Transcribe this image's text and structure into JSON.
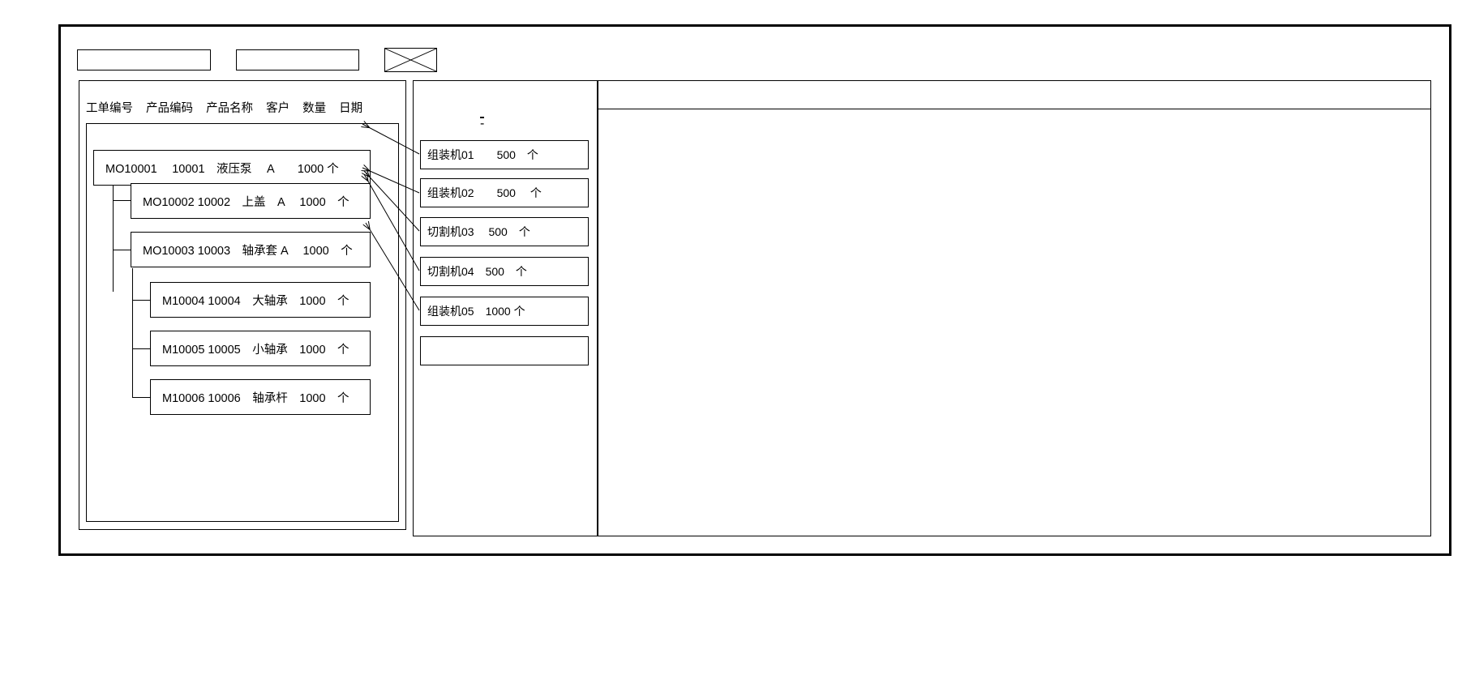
{
  "window": {
    "title": ""
  },
  "toolbar": {
    "field_1_value": "",
    "field_2_value": "",
    "image_icon_name": "image-placeholder-icon"
  },
  "orders_panel": {
    "columns": [
      "工单编号",
      "产品编码",
      "产品名称",
      "客户",
      "数量",
      "日期"
    ],
    "tree": [
      {
        "id": "MO10001",
        "level": 0,
        "order_no": "MO10001",
        "product_code": "10001",
        "product_name": "液压泵",
        "customer": "A",
        "quantity": "1000",
        "unit": "个",
        "text": "MO10001　 10001　液压泵　 A　　1000 个"
      },
      {
        "id": "MO10002",
        "level": 1,
        "order_no": "MO10002",
        "product_code": "10002",
        "product_name": "上盖",
        "customer": "A",
        "quantity": "1000",
        "unit": "个",
        "text": "MO10002  10002　上盖　A　 1000　个"
      },
      {
        "id": "MO10003",
        "level": 1,
        "order_no": "MO10003",
        "product_code": "10003",
        "product_name": "轴承套",
        "customer": "A",
        "quantity": "1000",
        "unit": "个",
        "text": "MO10003  10003　轴承套 A　 1000　个"
      },
      {
        "id": "M10004",
        "level": 2,
        "order_no": "M10004",
        "product_code": "10004",
        "product_name": "大轴承",
        "customer": "",
        "quantity": "1000",
        "unit": "个",
        "text": "M10004 10004　大轴承　1000　个"
      },
      {
        "id": "M10005",
        "level": 2,
        "order_no": "M10005",
        "product_code": "10005",
        "product_name": "小轴承",
        "customer": "",
        "quantity": "1000",
        "unit": "个",
        "text": "M10005  10005　小轴承　1000　个"
      },
      {
        "id": "M10006",
        "level": 2,
        "order_no": "M10006",
        "product_code": "10006",
        "product_name": "轴承杆",
        "customer": "",
        "quantity": "1000",
        "unit": "个",
        "text": "M10006  10006　轴承杆　1000　个"
      }
    ]
  },
  "machines_panel": {
    "marker": "-",
    "items": [
      {
        "machine": "组装机01",
        "quantity": "500",
        "unit": "个",
        "text": "组装机01　　500　个"
      },
      {
        "machine": "组装机02",
        "quantity": "500",
        "unit": "个",
        "text": "组装机02　　500　 个"
      },
      {
        "machine": "切割机03",
        "quantity": "500",
        "unit": "个",
        "text": "切割机03　 500　个"
      },
      {
        "machine": "切割机04",
        "quantity": "500",
        "unit": "个",
        "text": "切割机04　500　个"
      },
      {
        "machine": "组装机05",
        "quantity": "1000",
        "unit": "个",
        "text": "组装机05　1000 个"
      },
      {
        "machine": "",
        "quantity": "",
        "unit": "",
        "text": ""
      }
    ]
  },
  "detail_panel": {
    "header_text": "",
    "body_text": ""
  },
  "colors": {
    "line": "#000000",
    "background": "#ffffff"
  }
}
